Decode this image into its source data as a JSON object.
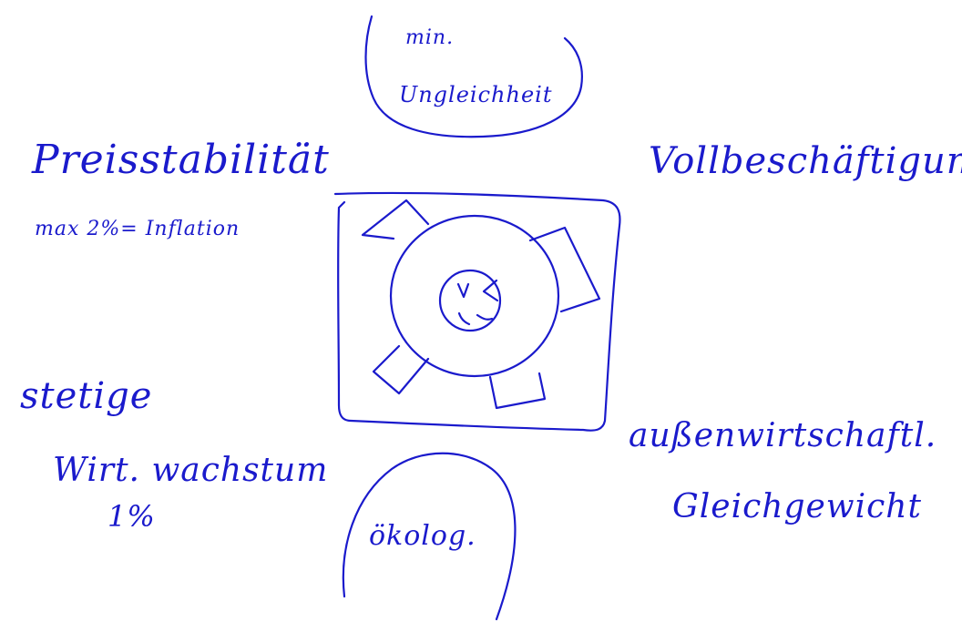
{
  "ink_color": "#1a1acc",
  "background_color": "#ffffff",
  "labels": {
    "top_line1": "min.",
    "top_line2": "Ungleichheit",
    "left_line1": "Preisstabilität",
    "left_line2": "max 2%= Inflation",
    "right_line1": "Vollbeschäftigung",
    "bottom_left_line1": "stetige",
    "bottom_left_line2": "Wirt. wachstum",
    "bottom_left_line3": "1%",
    "bottom_right_line1": "außenwirtschaftl.",
    "bottom_right_line2": "Gleichgewicht",
    "bottom_center": "ökolog."
  }
}
